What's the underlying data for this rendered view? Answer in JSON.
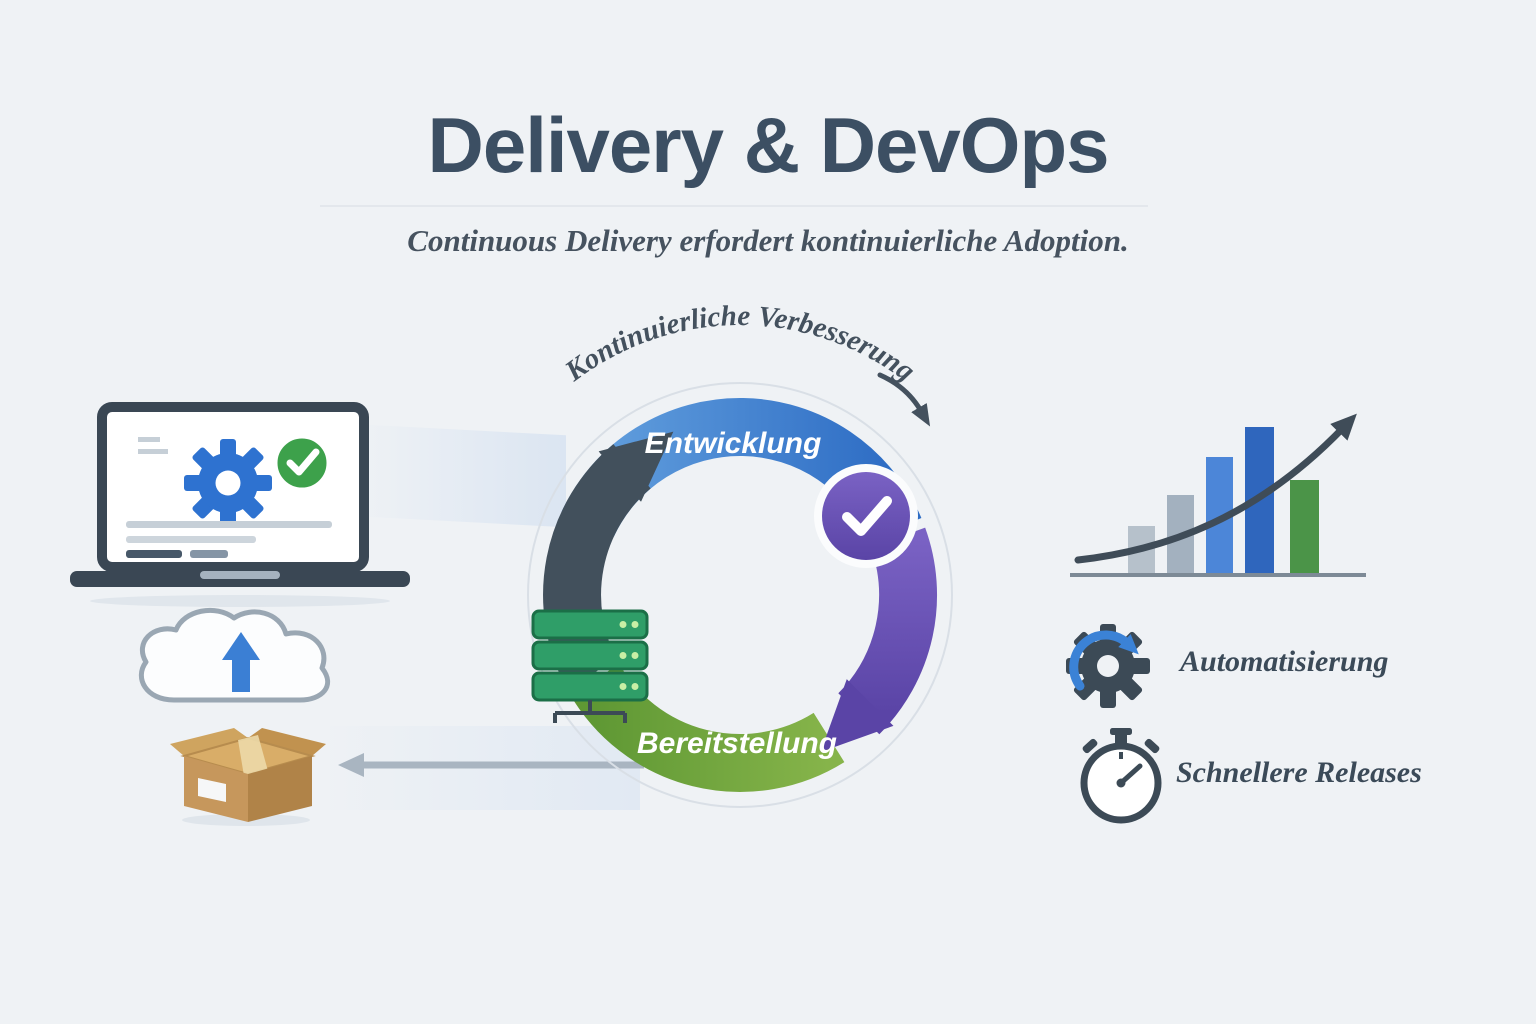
{
  "page": {
    "title": "Delivery & DevOps",
    "subtitle": "Continuous Delivery erfordert kontinuierliche Adoption."
  },
  "cycle": {
    "curve_label": "Kontinuierliche Verbesserung",
    "development_label": "Entwicklung",
    "deployment_label": "Bereitstellung"
  },
  "benefits": {
    "automation_label": "Automatisierung",
    "releases_label": "Schnellere Releases"
  },
  "icons": {
    "left_top": "laptop-gear-check-icon",
    "left_middle": "cloud-upload-icon",
    "left_bottom": "package-box-icon",
    "cycle_center": "server-stack-icon",
    "cycle_badge": "check-badge-icon",
    "right_top": "growth-bar-chart-icon",
    "right_middle": "automation-gear-icon",
    "right_bottom": "stopwatch-icon"
  },
  "colors": {
    "background": "#eff2f5",
    "title": "#3c4f63",
    "development_blue": "#3c79cf",
    "check_purple": "#6a52b4",
    "deployment_green": "#6aa23c",
    "cycle_dark": "#42505c",
    "accent_blue": "#3b7fd4",
    "success_green": "#3da14b"
  }
}
